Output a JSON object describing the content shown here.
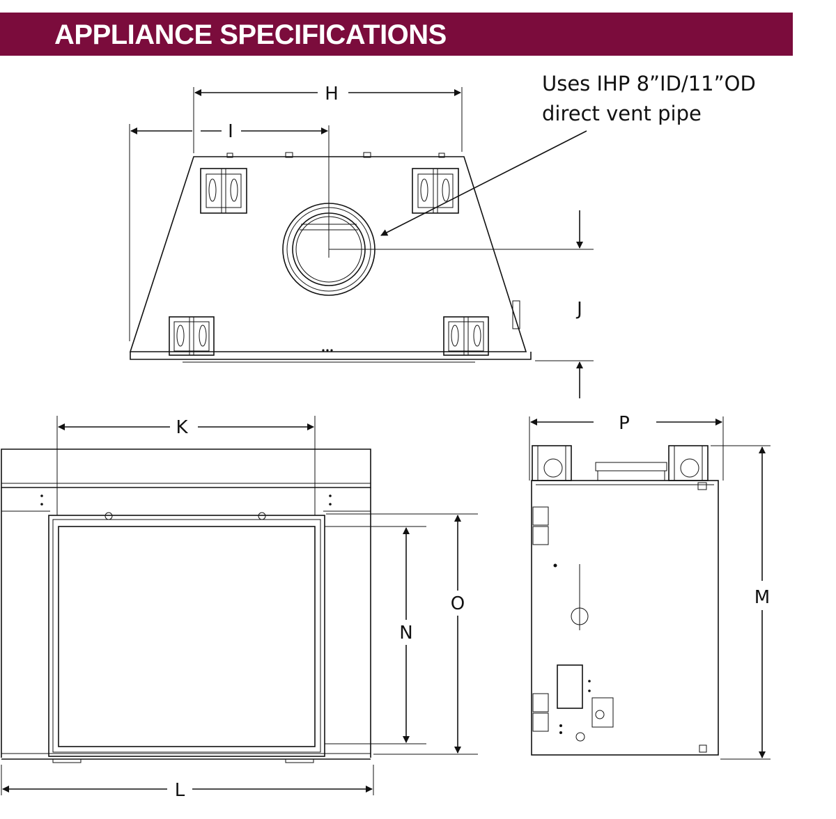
{
  "header": {
    "title": "APPLIANCE SPECIFICATIONS"
  },
  "callout": {
    "line1": "Uses IHP 8”ID/11”OD",
    "line2": "direct vent pipe"
  },
  "dimensions": {
    "H": "H",
    "I": "I",
    "J": "J",
    "K": "K",
    "L": "L",
    "M": "M",
    "N": "N",
    "O": "O",
    "P": "P"
  },
  "colors": {
    "banner": "#7b0c3c",
    "line": "#111111"
  }
}
